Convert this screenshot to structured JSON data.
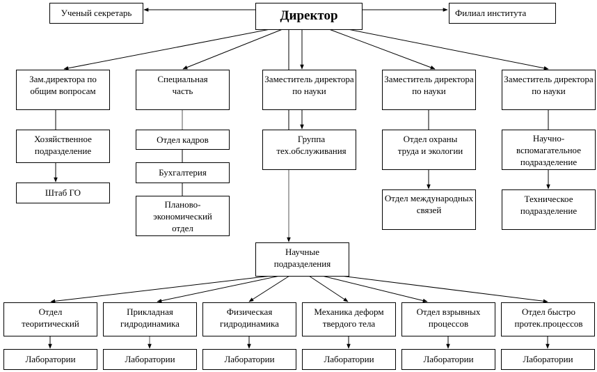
{
  "diagram": {
    "type": "org-chart",
    "nodes": {
      "director": {
        "label": "Директор"
      },
      "scientific_secretary": {
        "label": "Ученый секретарь"
      },
      "institute_branch": {
        "label": "Филиал института"
      },
      "deputy_general": {
        "label": "Зам.директора по общим вопросам"
      },
      "special_unit": {
        "label": "Специальная часть"
      },
      "deputy_science_1": {
        "label": "Заместитель директора по науки"
      },
      "deputy_science_2": {
        "label": "Заместитель директора по науки"
      },
      "deputy_science_3": {
        "label": "Заместитель директора по науки"
      },
      "household_unit": {
        "label": "Хозяйственное подразделение"
      },
      "civil_defense_hq": {
        "label": "Штаб ГО"
      },
      "hr_department": {
        "label": "Отдел кадров"
      },
      "accounting": {
        "label": "Бухгалтерия"
      },
      "planning_economic": {
        "label": "Планово-экономический отдел"
      },
      "tech_service_group": {
        "label": "Группа тех.обслуживания"
      },
      "labor_ecology": {
        "label": "Отдел охраны труда и экологии"
      },
      "international_relations": {
        "label": "Отдел международных связей"
      },
      "scientific_auxiliary": {
        "label": "Научно-вспомагательное подразделение"
      },
      "technical_unit": {
        "label": "Техническое подразделение"
      },
      "scientific_divisions": {
        "label": "Научные подразделения"
      },
      "dept_theoretical": {
        "label": "Отдел теоритический"
      },
      "applied_hydrodynamics": {
        "label": "Прикладная гидродинамика"
      },
      "physical_hydrodynamics": {
        "label": "Физическая гидродинамика"
      },
      "solid_mechanics": {
        "label": "Механика деформ твердого тела"
      },
      "explosive_processes": {
        "label": "Отдел взрывных процессов"
      },
      "fast_processes": {
        "label": "Отдел быстро протек.процессов"
      },
      "labs_1": {
        "label": "Лаборатории"
      },
      "labs_2": {
        "label": "Лаборатории"
      },
      "labs_3": {
        "label": "Лаборатории"
      },
      "labs_4": {
        "label": "Лаборатории"
      },
      "labs_5": {
        "label": "Лаборатории"
      },
      "labs_6": {
        "label": "Лаборатории"
      }
    },
    "edges": [
      [
        "director",
        "scientific_secretary"
      ],
      [
        "director",
        "institute_branch"
      ],
      [
        "director",
        "deputy_general"
      ],
      [
        "director",
        "special_unit"
      ],
      [
        "director",
        "deputy_science_1"
      ],
      [
        "director",
        "deputy_science_2"
      ],
      [
        "director",
        "deputy_science_3"
      ],
      [
        "deputy_general",
        "household_unit"
      ],
      [
        "household_unit",
        "civil_defense_hq"
      ],
      [
        "special_unit",
        "hr_department"
      ],
      [
        "hr_department",
        "accounting"
      ],
      [
        "accounting",
        "planning_economic"
      ],
      [
        "deputy_science_1",
        "tech_service_group"
      ],
      [
        "tech_service_group",
        "scientific_divisions"
      ],
      [
        "deputy_science_2",
        "labor_ecology"
      ],
      [
        "labor_ecology",
        "international_relations"
      ],
      [
        "deputy_science_3",
        "scientific_auxiliary"
      ],
      [
        "scientific_auxiliary",
        "technical_unit"
      ],
      [
        "scientific_divisions",
        "dept_theoretical"
      ],
      [
        "scientific_divisions",
        "applied_hydrodynamics"
      ],
      [
        "scientific_divisions",
        "physical_hydrodynamics"
      ],
      [
        "scientific_divisions",
        "solid_mechanics"
      ],
      [
        "scientific_divisions",
        "explosive_processes"
      ],
      [
        "scientific_divisions",
        "fast_processes"
      ],
      [
        "dept_theoretical",
        "labs_1"
      ],
      [
        "applied_hydrodynamics",
        "labs_2"
      ],
      [
        "physical_hydrodynamics",
        "labs_3"
      ],
      [
        "solid_mechanics",
        "labs_4"
      ],
      [
        "explosive_processes",
        "labs_5"
      ],
      [
        "fast_processes",
        "labs_6"
      ]
    ]
  }
}
